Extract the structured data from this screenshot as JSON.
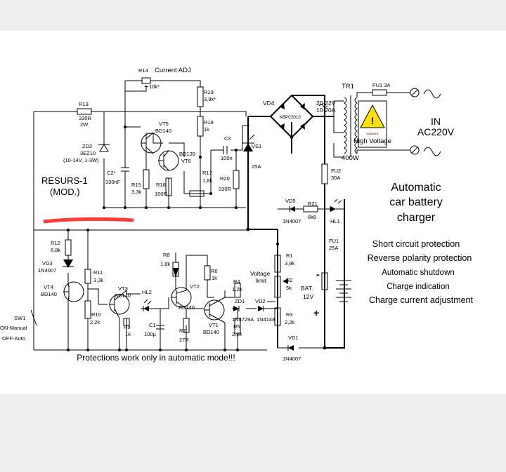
{
  "title": "RESURS-1",
  "subtitle": "(MOD.)",
  "heading": [
    "Automatic",
    "car battery",
    "charger"
  ],
  "features": [
    "Short circuit protection",
    "Reverse polarity protection",
    "Automatic shutdown",
    "Charge indication",
    "Charge current adjustment"
  ],
  "footer_note": "Protections work only in automatic mode!!!",
  "mains": [
    "IN",
    "AC220V"
  ],
  "danger": {
    "small": "DANGER",
    "label": "High Voltage"
  },
  "labels": {
    "r14": "R14",
    "current_adj": "Current ADJ",
    "r14_val": "10k*",
    "r19": "R19",
    "r19_val": "3,9k*",
    "r18": "R18",
    "r18_val": "1k",
    "r13": "R13",
    "r13_val": "330R",
    "r13_pw": "2W",
    "zd2": "ZD2",
    "zd2_val": "3EZ10",
    "zd2_note": "(10-14V, 1-3W)",
    "vt5": "VT5",
    "vt5_val": "BD140",
    "bd139": "BD139",
    "vt6": "VT6",
    "c3": "C3",
    "c3_val": "100n",
    "vs1": "VS1",
    "vs1_val": "25A",
    "c2": "C2*",
    "c2_val": "330nF",
    "r15": "R15",
    "r15_val": "3,3k",
    "r16": "R16",
    "r16_val": "100R",
    "r17": "R17",
    "r17_val": "1,8k",
    "r20": "R20",
    "r20_val": "330R",
    "vd4": "VD4",
    "bridge": "KBPC5010",
    "tr_v": "20-22V",
    "tr_a": "10-20A",
    "tr1": "TR1",
    "fu1_3a": "FU1 3A",
    "tr_w": "400W",
    "fu2": "FU2",
    "fu2_val": "30A",
    "vd5": "VD5",
    "vd5_val": "1N4007",
    "r21": "R21",
    "r21_val": "6k8",
    "hl1": "HL1",
    "fu1": "FU1",
    "fu1_val": "25A",
    "r12": "R12",
    "r12_val": "6,8k",
    "vd3": "VD3",
    "vd3_val": "1N4007",
    "r11": "R11",
    "r11_val": "3,3k",
    "vt4": "VT4",
    "vt4_val": "BD140",
    "vt3": "VT3",
    "vt3_val": "BD140",
    "hl2": "HL2",
    "r10": "R10",
    "r10_val": "2,2k",
    "r9": "R9",
    "r9_val": "1k",
    "c1": "C1",
    "c1_val": "100µ",
    "r8": "R8",
    "r8_val": "1,8k",
    "r7": "R7",
    "r7_val": "27R",
    "vt2": "VT2",
    "vt2_val": "BD140",
    "vt1": "VT1",
    "vt1_val": "BD140",
    "r6": "R6",
    "r6_val": "1k",
    "r4": "R4",
    "r4_val": "1,2k",
    "zd1": "ZD1",
    "zd1_val": "1N4729A",
    "vd2": "VD2",
    "vd2_val": "1N4148",
    "r5": "R5",
    "r5_val": "2,2k",
    "voltage": "Voltage",
    "limit": "limit",
    "r1": "R1",
    "r1_val": "3,9k",
    "r2": "R2",
    "r2_val": "5k",
    "r3": "R3",
    "r3_val": "2,2k",
    "vd1": "VD1",
    "vd1_val": "1N4007",
    "bat": "BAT.",
    "bat_v": "12V",
    "minus": "-",
    "plus": "+",
    "sw1": "SW1",
    "sw_on": "ON-Manual",
    "sw_off": "OFF-Auto"
  }
}
